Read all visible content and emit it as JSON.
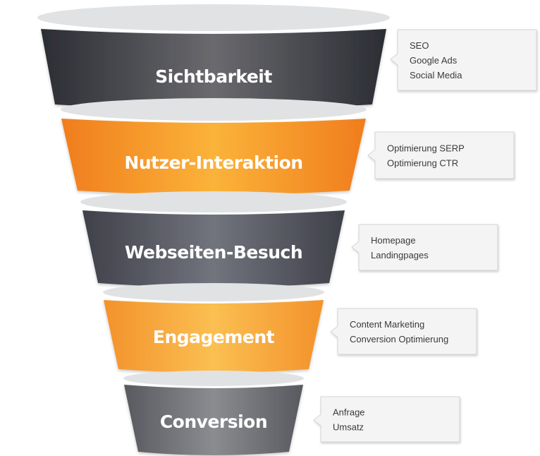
{
  "stages": [
    {
      "label": "Sichtbarkeit",
      "style": "dark",
      "notes": [
        "SEO",
        "Google Ads",
        "Social Media"
      ]
    },
    {
      "label": "Nutzer-Interaktion",
      "style": "orange",
      "notes": [
        "Optimierung SERP",
        "Optimierung CTR"
      ]
    },
    {
      "label": "Webseiten-Besuch",
      "style": "slate",
      "notes": [
        "Homepage",
        "Landingpages"
      ]
    },
    {
      "label": "Engagement",
      "style": "light-orange",
      "notes": [
        "Content Marketing",
        "Conversion Optimierung"
      ]
    },
    {
      "label": "Conversion",
      "style": "gray",
      "notes": [
        "Anfrage",
        "Umsatz"
      ]
    }
  ],
  "colors": {
    "dark": [
      "#2b2d33",
      "#6a6a6e"
    ],
    "orange": [
      "#f07d1d",
      "#fbb33a"
    ],
    "slate": [
      "#3f4049",
      "#72747d"
    ],
    "light-orange": [
      "#f3922b",
      "#fbbf52"
    ],
    "gray": [
      "#58595f",
      "#8b8c90"
    ],
    "rim": "#e1e2e4",
    "note_fill": "#f4f4f4",
    "note_border": "#d5d5d5"
  }
}
